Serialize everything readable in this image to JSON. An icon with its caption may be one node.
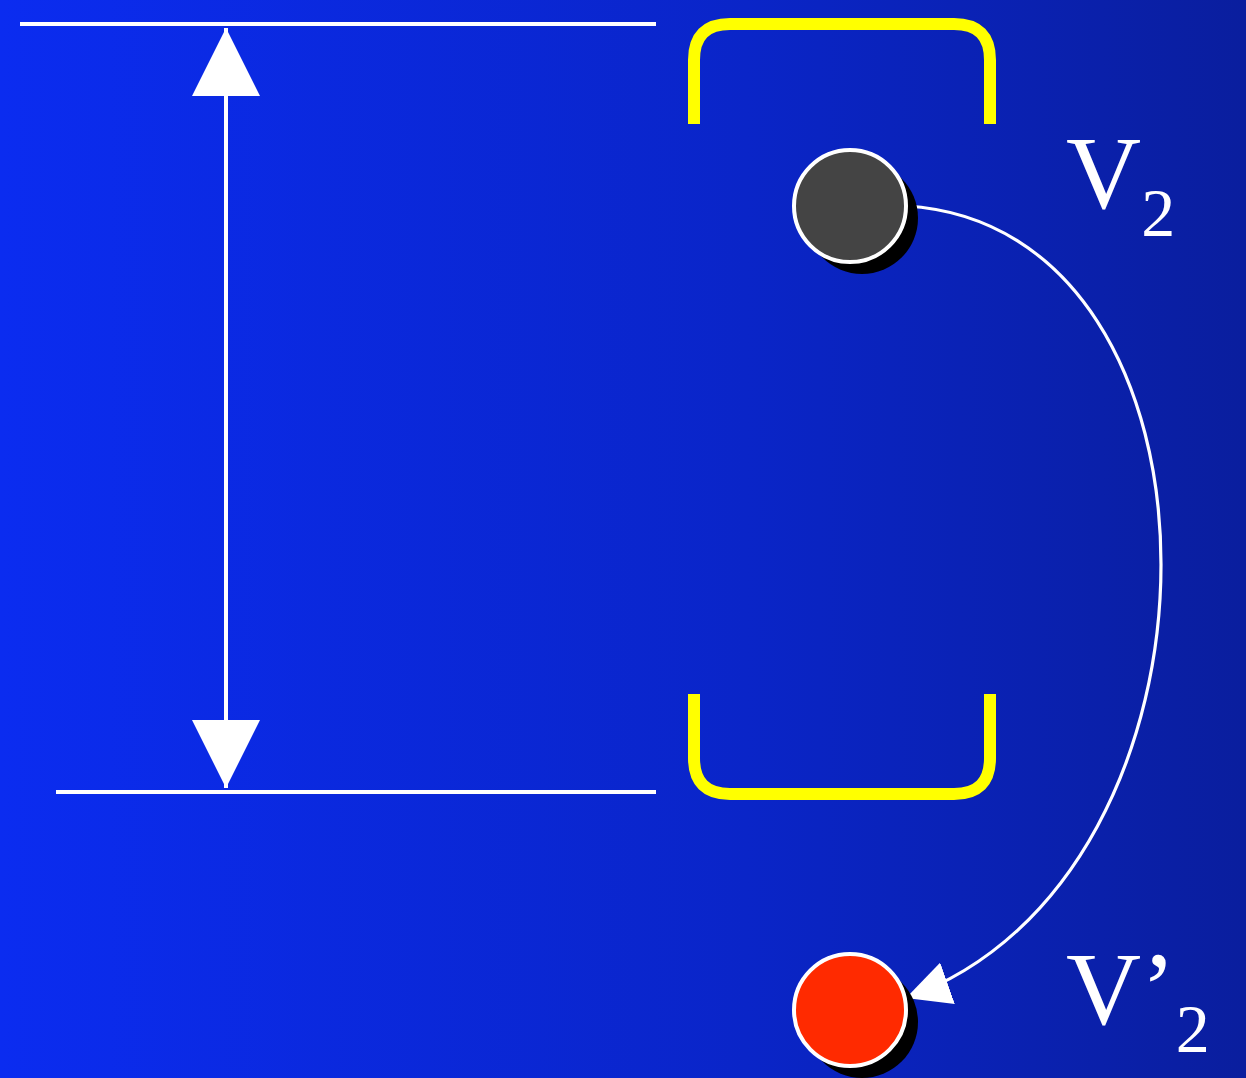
{
  "diagram": {
    "nodes": [
      {
        "text": [],
        "shape": "circle",
        "beside": [
          "V$_{2}$"
        ]
      },
      {
        "text": [],
        "shape": "circle",
        "beside": [
          "V’$_{2}$"
        ]
      }
    ],
    "edges": [
      {
        "from": 0,
        "to": 1,
        "arrow": "to"
      }
    ]
  }
}
